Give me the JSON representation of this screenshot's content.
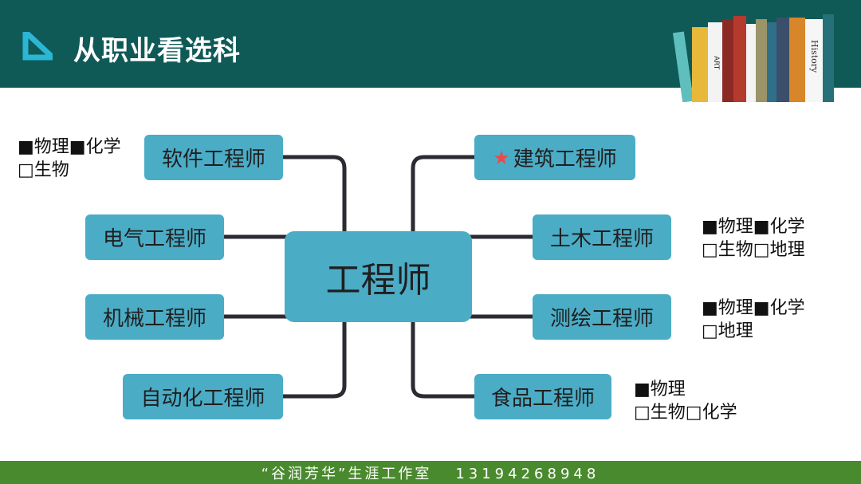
{
  "header": {
    "title": "从职业看选科",
    "book_labels": [
      "ART",
      "History"
    ]
  },
  "center": {
    "label": "工程师"
  },
  "left_nodes": [
    {
      "label": "软件工程师",
      "note": [
        "■物理■化学",
        "□生物"
      ]
    },
    {
      "label": "电气工程师"
    },
    {
      "label": "机械工程师"
    },
    {
      "label": "自动化工程师"
    }
  ],
  "right_nodes": [
    {
      "label": "建筑工程师",
      "icon": "star-icon"
    },
    {
      "label": "土木工程师",
      "note": [
        "■物理■化学",
        "□生物□地理"
      ]
    },
    {
      "label": "测绘工程师",
      "note": [
        "■物理■化学",
        "□地理"
      ]
    },
    {
      "label": "食品工程师",
      "note": [
        "■物理",
        "□生物□化学"
      ]
    }
  ],
  "footer": {
    "studio": "“谷润芳华”生涯工作室",
    "phone": "13194268948"
  },
  "colors": {
    "header_bg": "#0f5a56",
    "node_bg": "#4bacc6",
    "footer_bg": "#4a8a2e",
    "accent": "#2bb6d6",
    "star": "#e84b4b"
  }
}
